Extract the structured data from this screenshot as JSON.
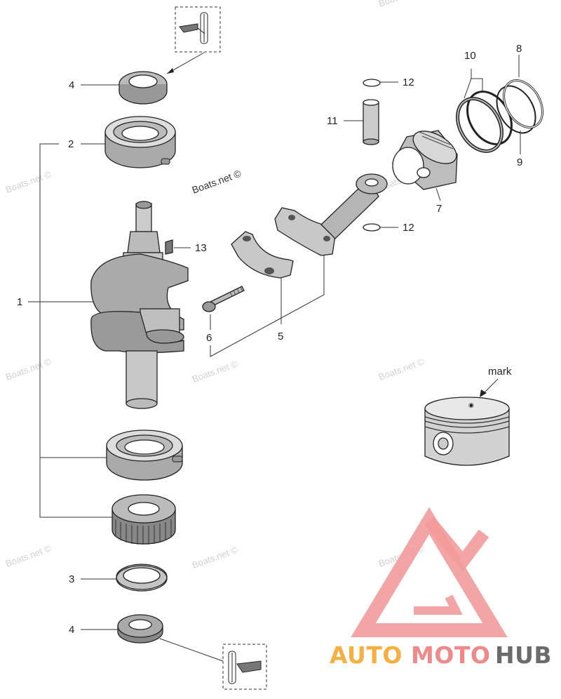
{
  "watermarks": {
    "center": "Boats.net ©",
    "faint": "Boats.net ©"
  },
  "callouts": {
    "c1": "1",
    "c2": "2",
    "c3": "3",
    "c4_top": "4",
    "c4_bottom": "4",
    "c5": "5",
    "c6": "6",
    "c7": "7",
    "c8": "8",
    "c9": "9",
    "c10": "10",
    "c11": "11",
    "c12_top": "12",
    "c12_bottom": "12",
    "c13": "13"
  },
  "mark_label": "mark",
  "brand": {
    "part1": "AUTO",
    "part2": "MOTO",
    "part3": "HUB",
    "color_orange": "#f5b041",
    "color_red": "#f08a8a",
    "color_dark": "#6b6b6b"
  }
}
